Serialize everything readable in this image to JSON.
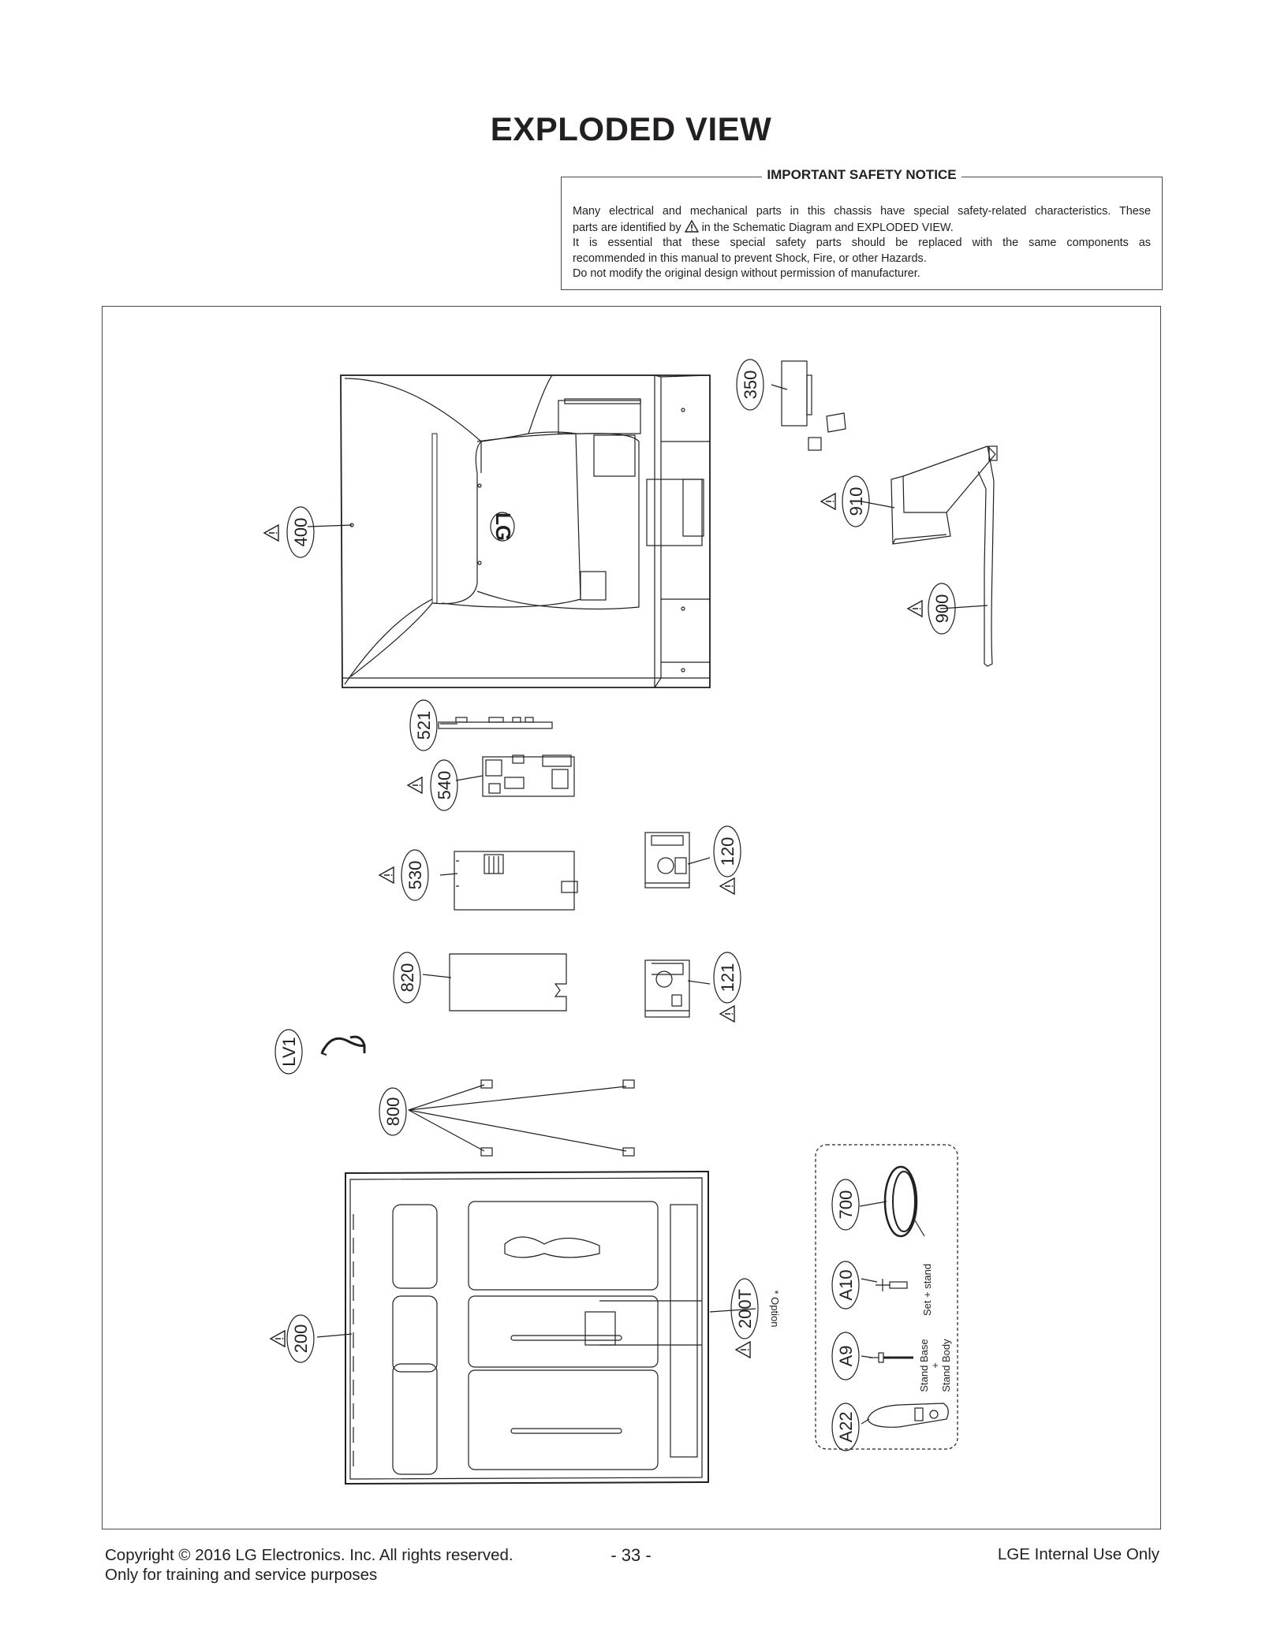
{
  "page_title": "EXPLODED VIEW",
  "safety_notice": {
    "heading": "IMPORTANT SAFETY NOTICE",
    "line1": "Many electrical and mechanical parts in this chassis have special safety-related characteristics. These",
    "line2_pre": "parts are identified by",
    "line2_post": "in the Schematic Diagram and EXPLODED VIEW.",
    "line3": "It is essential that these special safety parts should be replaced with the same components as",
    "line4": "recommended in this manual to prevent Shock, Fire, or other Hazards.",
    "line5": "Do not modify the original design without permission of manufacturer."
  },
  "parts": {
    "p350": "350",
    "p910": "910",
    "p900": "900",
    "p400": "400",
    "p521": "521",
    "p540": "540",
    "p530": "530",
    "p120": "120",
    "p820": "820",
    "p121": "121",
    "pLV1": "LV1",
    "p800": "800",
    "p700": "700",
    "p200": "200",
    "p200T": "200T",
    "pA10": "A10",
    "pA9": "A9",
    "pA22": "A22"
  },
  "annotations": {
    "option": "* Option",
    "set_stand": "Set + stand",
    "stand_base": "Stand Base",
    "plus": "+",
    "stand_body": "Stand Body",
    "logo": "LG"
  },
  "footer": {
    "copyright": "Copyright  © 2016 LG Electronics. Inc. All rights reserved.",
    "training": "Only for training and service purposes",
    "page_number": "- 33 -",
    "internal": "LGE Internal Use Only"
  }
}
